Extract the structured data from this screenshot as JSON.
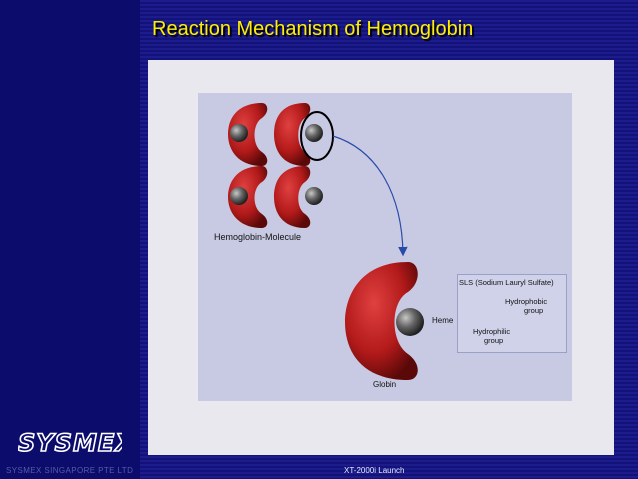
{
  "slide": {
    "title": "Reaction Mechanism of Hemoglobin",
    "footer_center": "XT-2000i Launch",
    "footer_left": "SYSMEX SINGAPORE PTE LTD",
    "logo_text": "SYSMEX"
  },
  "diagram": {
    "molecule_label": "Hemoglobin-Molecule",
    "heme_label": "Heme",
    "globin_label": "Globin",
    "sls_title": "SLS (Sodium Lauryl Sulfate)",
    "hydrophobic_line1": "Hydrophobic",
    "hydrophobic_line2": "group",
    "hydrophilic_line1": "Hydrophilic",
    "hydrophilic_line2": "group"
  },
  "colors": {
    "title": "#ffee00",
    "globin": "#b31a1a",
    "heme": "#555555",
    "arrow": "#2a4aa8"
  }
}
